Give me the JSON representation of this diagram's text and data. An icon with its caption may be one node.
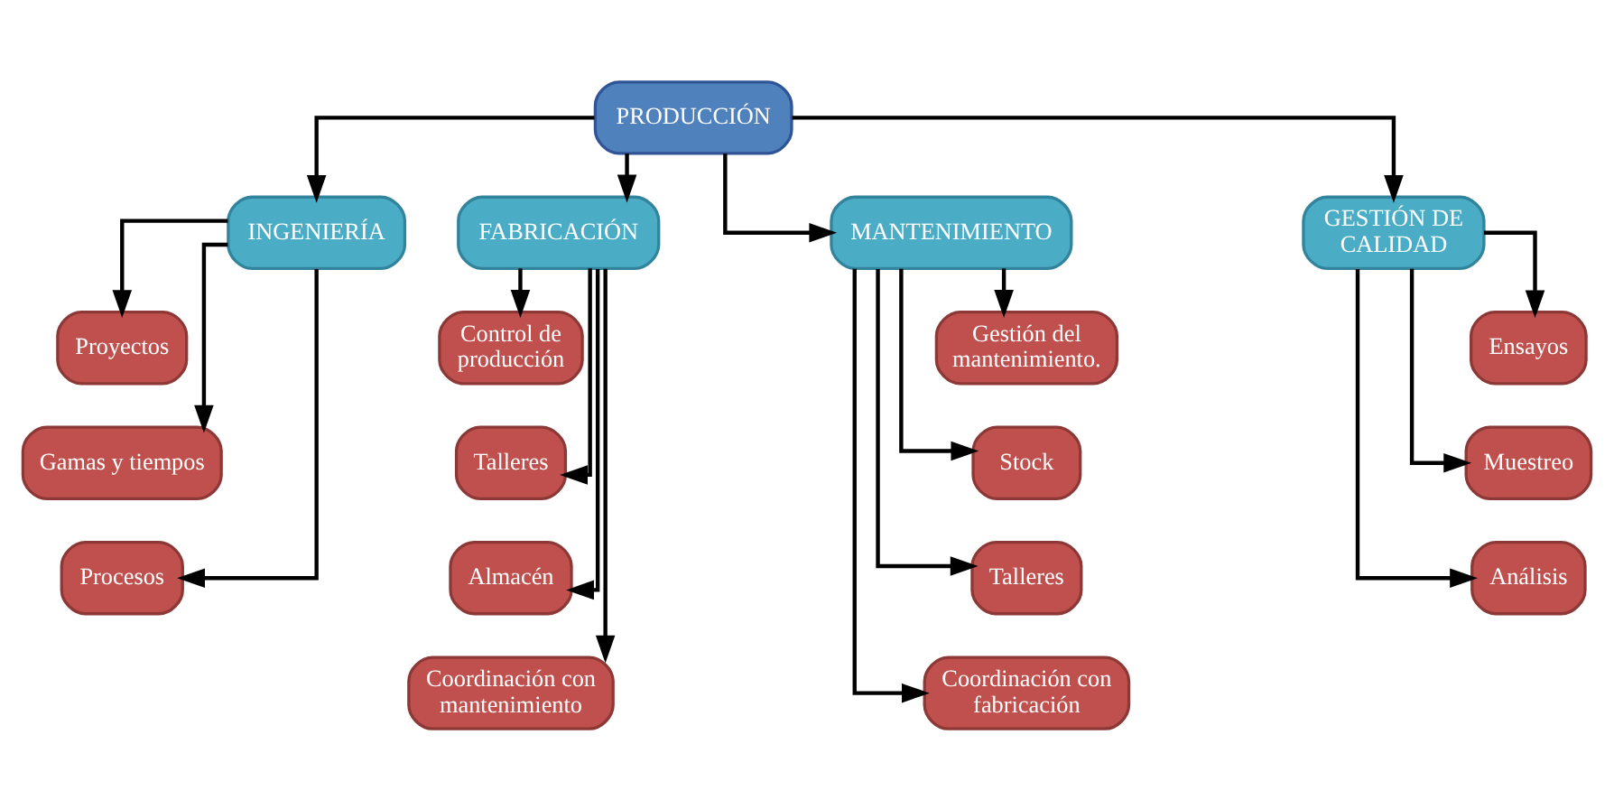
{
  "diagram": {
    "nodes": [
      {
        "text": [
          "PRODUCCIÓN"
        ]
      },
      {
        "text": [
          "INGENIERÍA"
        ]
      },
      {
        "text": [
          "FABRICACIÓN"
        ]
      },
      {
        "text": [
          "MANTENIMIENTO"
        ]
      },
      {
        "text": [
          "GESTIÓN DE CALIDAD"
        ]
      },
      {
        "text": [
          "Proyectos"
        ]
      },
      {
        "text": [
          "Gamas y tiempos"
        ]
      },
      {
        "text": [
          "Procesos"
        ]
      },
      {
        "text": [
          "Control de producción"
        ]
      },
      {
        "text": [
          "Talleres"
        ]
      },
      {
        "text": [
          "Almacén"
        ]
      },
      {
        "text": [
          "Coordinación con mantenimiento"
        ]
      },
      {
        "text": [
          "Gestión del mantenimiento."
        ]
      },
      {
        "text": [
          "Stock"
        ]
      },
      {
        "text": [
          "Talleres"
        ]
      },
      {
        "text": [
          "Coordinación con fabricación"
        ]
      },
      {
        "text": [
          "Ensayos"
        ]
      },
      {
        "text": [
          "Muestreo"
        ]
      },
      {
        "text": [
          "Análisis"
        ]
      }
    ],
    "edges": [
      {
        "from": 0,
        "to": 1,
        "arrow": "to"
      },
      {
        "from": 0,
        "to": 2,
        "arrow": "to"
      },
      {
        "from": 0,
        "to": 3,
        "arrow": "to"
      },
      {
        "from": 0,
        "to": 4,
        "arrow": "to"
      },
      {
        "from": 1,
        "to": 5,
        "arrow": "to"
      },
      {
        "from": 1,
        "to": 6,
        "arrow": "to"
      },
      {
        "from": 1,
        "to": 7,
        "arrow": "to"
      },
      {
        "from": 2,
        "to": 8,
        "arrow": "to"
      },
      {
        "from": 2,
        "to": 9,
        "arrow": "to"
      },
      {
        "from": 2,
        "to": 10,
        "arrow": "to"
      },
      {
        "from": 2,
        "to": 11,
        "arrow": "to"
      },
      {
        "from": 3,
        "to": 12,
        "arrow": "to"
      },
      {
        "from": 3,
        "to": 13,
        "arrow": "to"
      },
      {
        "from": 3,
        "to": 14,
        "arrow": "to"
      },
      {
        "from": 3,
        "to": 15,
        "arrow": "to"
      },
      {
        "from": 4,
        "to": 16,
        "arrow": "to"
      },
      {
        "from": 4,
        "to": 17,
        "arrow": "to"
      },
      {
        "from": 4,
        "to": 18,
        "arrow": "to"
      }
    ]
  }
}
